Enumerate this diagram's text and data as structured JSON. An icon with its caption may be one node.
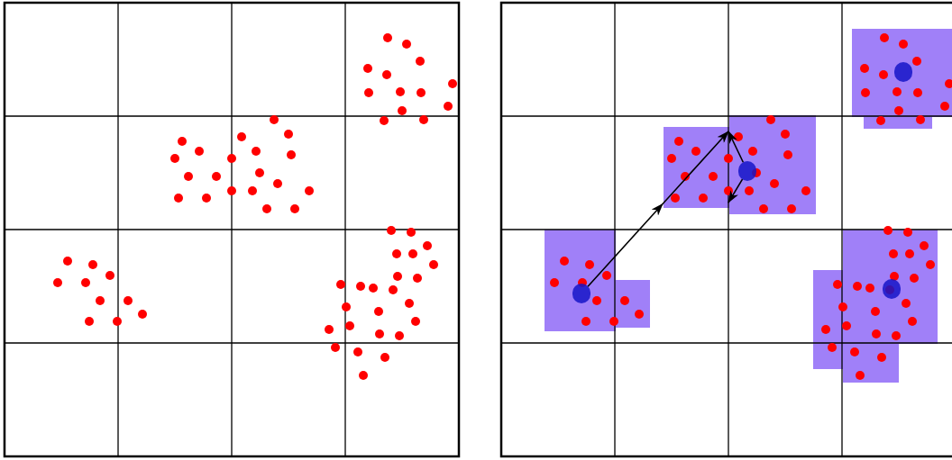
{
  "diagram": {
    "nodes": [
      {
        "text": [],
        "shape": "circle"
      },
      {
        "text": [],
        "shape": "circle"
      },
      {
        "text": [],
        "shape": "circle"
      },
      {
        "text": [],
        "shape": "circle"
      }
    ],
    "edges": [
      {
        "from": 2,
        "to": null,
        "arrow": "to"
      },
      {
        "from": 1,
        "to": null,
        "arrow": "to"
      },
      {
        "from": 1,
        "to": null,
        "arrow": "to"
      }
    ]
  }
}
